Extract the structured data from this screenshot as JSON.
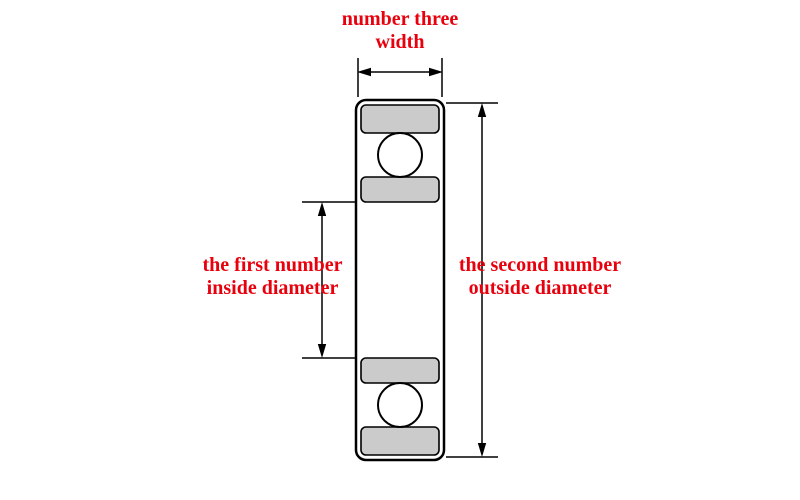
{
  "diagram": {
    "colors": {
      "label_text": "#e8000d",
      "line": "#000000",
      "race_fill": "#cbcbcb",
      "background": "#ffffff"
    },
    "labels": {
      "width": {
        "line1": "number three",
        "line2": "width"
      },
      "inside_diameter": {
        "line1": "the first number",
        "line2": "inside diameter"
      },
      "outside_diameter": {
        "line1": "the second number",
        "line2": "outside diameter"
      }
    }
  }
}
